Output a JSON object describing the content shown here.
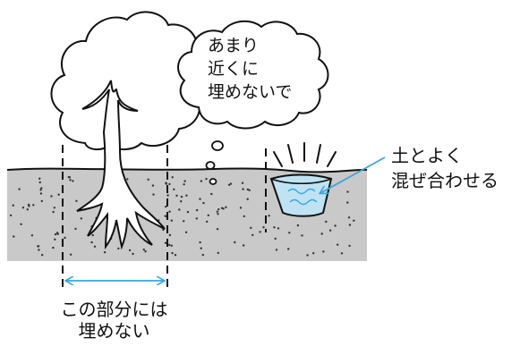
{
  "speech_bubble": {
    "lines": [
      "あまり",
      "近くに",
      "埋めないで"
    ]
  },
  "water_label": {
    "lines": [
      "土とよく",
      "混ぜ合わせる"
    ]
  },
  "bottom_label": {
    "lines": [
      "この部分には",
      "埋めない"
    ]
  },
  "colors": {
    "soil": "#c9c9c9",
    "soil_dots": "#333333",
    "outline": "#111111",
    "water": "#bfe3f3",
    "arrow": "#3aa7dc"
  },
  "icons": [
    "tree",
    "thought-bubble",
    "water-bucket",
    "dimension-arrow",
    "pointer-arrow"
  ]
}
